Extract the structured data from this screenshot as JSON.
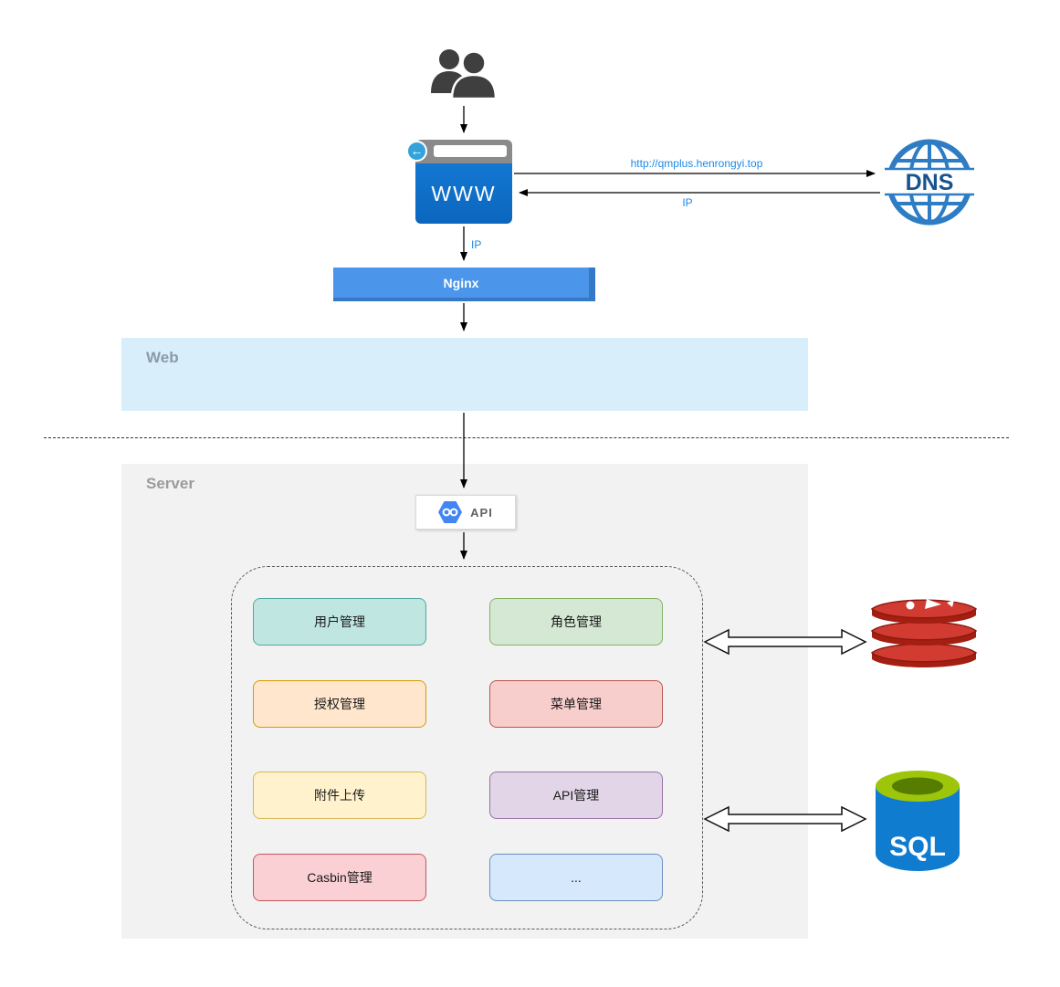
{
  "diagram": {
    "browser": {
      "label": "WWW"
    },
    "dns": {
      "label": "DNS"
    },
    "nginx": {
      "label": "Nginx"
    },
    "web_zone": {
      "label": "Web"
    },
    "server_zone": {
      "label": "Server"
    },
    "api": {
      "label": "API"
    },
    "sql": {
      "label": "SQL"
    },
    "edge_labels": {
      "request_url": "http://qmplus.henrongyi.top",
      "dns_response_ip": "IP",
      "nginx_request_ip": "IP"
    },
    "modules": [
      {
        "label": "用户管理",
        "fill": "#c0e6e2",
        "stroke": "#4fa8a2"
      },
      {
        "label": "角色管理",
        "fill": "#d5e8d4",
        "stroke": "#82b366"
      },
      {
        "label": "授权管理",
        "fill": "#ffe6cc",
        "stroke": "#d79b00"
      },
      {
        "label": "菜单管理",
        "fill": "#f8cecc",
        "stroke": "#b85450"
      },
      {
        "label": "附件上传",
        "fill": "#fff2cc",
        "stroke": "#d6b656"
      },
      {
        "label": "API管理",
        "fill": "#e1d5e7",
        "stroke": "#9673a6"
      },
      {
        "label": "Casbin管理",
        "fill": "#fbd0d4",
        "stroke": "#c4565e"
      },
      {
        "label": "...",
        "fill": "#d6e8fb",
        "stroke": "#6c8ebf"
      }
    ],
    "colors": {
      "edge_label": "#1e88e5",
      "nginx_fill": "#4b96ea",
      "web_zone_fill": "#d8eefb",
      "server_zone_fill": "#f2f2f2",
      "redis_red": "#d23b32",
      "sql_body_blue": "#0f7cd0",
      "sql_top_green": "#9dc60b"
    }
  }
}
